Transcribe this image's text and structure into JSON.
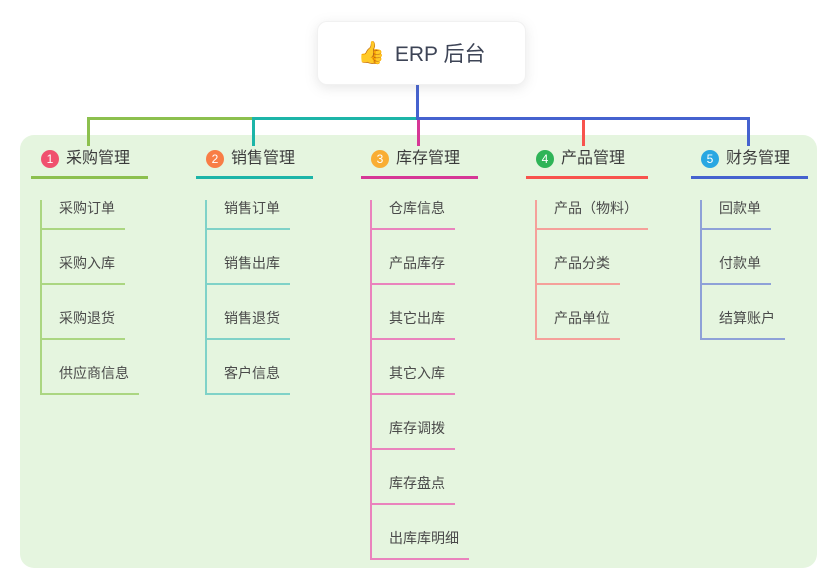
{
  "root": {
    "icon_glyph": "👍",
    "label": "ERP 后台"
  },
  "colors": {
    "panel_bg": "#e5f5df",
    "trunk": "#4562cf",
    "root_text": "#3d4456",
    "root_icon_color": "#f2b200",
    "header_text": "#3c3c3c",
    "child_text": "#4a4a4a"
  },
  "branches": [
    {
      "number": "1",
      "label": "采购管理",
      "badge_color": "#f0506e",
      "line_color": "#8cc04e",
      "child_line_color": "#abd681",
      "children": [
        "采购订单",
        "采购入库",
        "采购退货",
        "供应商信息"
      ]
    },
    {
      "number": "2",
      "label": "销售管理",
      "badge_color": "#f87d46",
      "line_color": "#1cb5a8",
      "child_line_color": "#7fd2c8",
      "children": [
        "销售订单",
        "销售出库",
        "销售退货",
        "客户信息"
      ]
    },
    {
      "number": "3",
      "label": "库存管理",
      "badge_color": "#f9ad33",
      "line_color": "#d63796",
      "child_line_color": "#ea83bd",
      "children": [
        "仓库信息",
        "产品库存",
        "其它出库",
        "其它入库",
        "库存调拨",
        "库存盘点",
        "出库库明细"
      ]
    },
    {
      "number": "4",
      "label": "产品管理",
      "badge_color": "#2fb457",
      "line_color": "#f8534d",
      "child_line_color": "#f5a09a",
      "children": [
        "产品（物料）",
        "产品分类",
        "产品单位"
      ]
    },
    {
      "number": "5",
      "label": "财务管理",
      "badge_color": "#29a7e2",
      "line_color": "#4562cf",
      "child_line_color": "#8ea1d8",
      "children": [
        "回款单",
        "付款单",
        "结算账户"
      ]
    }
  ]
}
